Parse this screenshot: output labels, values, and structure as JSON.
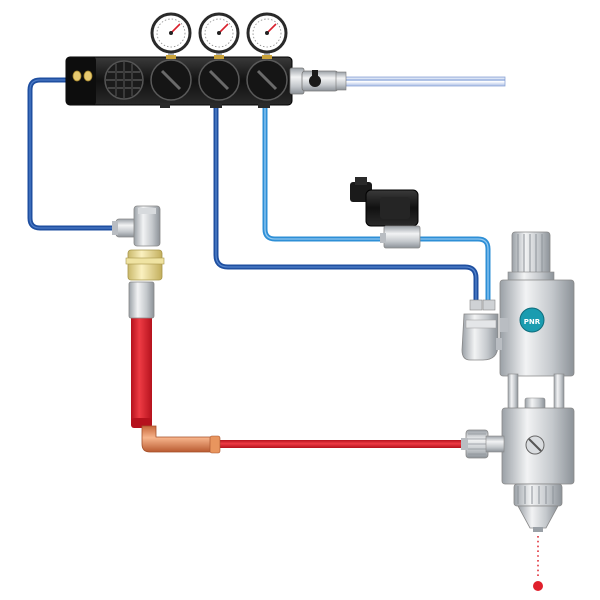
{
  "diagram": {
    "type": "pneumatic spray valve system schematic",
    "components": [
      {
        "id": "pressure-gauge",
        "count": 3
      },
      {
        "id": "pressure-regulator-manifold",
        "regulators": 3
      },
      {
        "id": "air-inlet-ball-valve"
      },
      {
        "id": "compressed-air-supply-line"
      },
      {
        "id": "solenoid-valve"
      },
      {
        "id": "fluid-pressure-tank"
      },
      {
        "id": "spray-valve"
      },
      {
        "id": "spray-nozzle"
      }
    ],
    "lines": [
      {
        "id": "control-air-line",
        "color": "#1f4fa0"
      },
      {
        "id": "atomizing-air-line",
        "color": "#2e8fd6"
      },
      {
        "id": "fluid-line",
        "color": "#d8202c"
      }
    ],
    "logo": {
      "text": "PNR"
    }
  },
  "colors": {
    "dark_blue_hose": "#1f4fa0",
    "light_blue_hose": "#2e8fd6",
    "red_fluid": "#d8202c",
    "manifold_black": "#1a1a1a",
    "metal": "#c9ccd0",
    "brass_fitting": "#e9d98f",
    "logo_teal": "#1a9cb0"
  }
}
